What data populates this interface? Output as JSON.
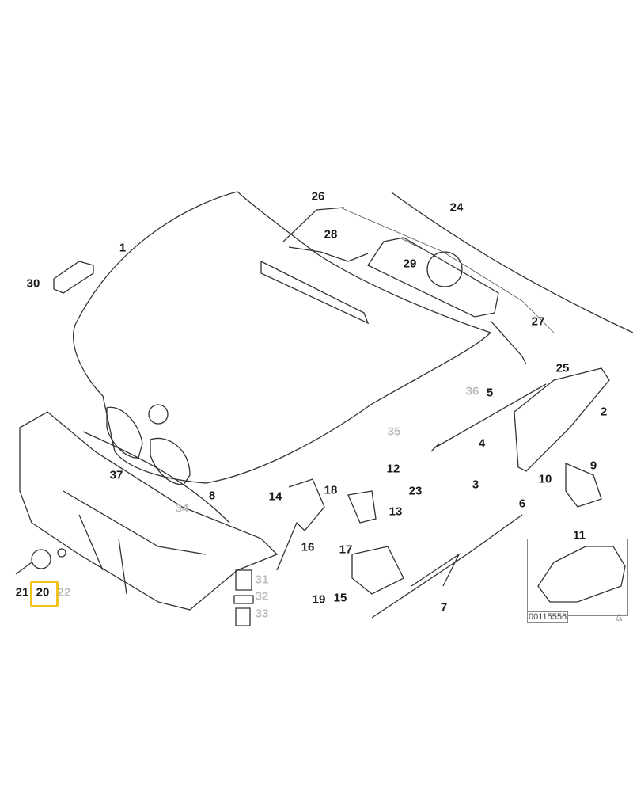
{
  "diagram": {
    "id_label": "00115556",
    "warning_icon": "triangle-icon",
    "highlight_color": "#f2c21b",
    "highlighted_part": "20",
    "callouts": {
      "p1": "1",
      "p2": "2",
      "p3": "3",
      "p4": "4",
      "p5": "5",
      "p6": "6",
      "p7": "7",
      "p8": "8",
      "p9": "9",
      "p10": "10",
      "p11": "11",
      "p12": "12",
      "p13": "13",
      "p14": "14",
      "p15": "15",
      "p16": "16",
      "p17": "17",
      "p18": "18",
      "p19": "19",
      "p20": "20",
      "p21": "21",
      "p22": "22",
      "p23": "23",
      "p24": "24",
      "p25": "25",
      "p26": "26",
      "p27": "27",
      "p28": "28",
      "p29": "29",
      "p30": "30",
      "p31": "31",
      "p32": "32",
      "p33": "33",
      "p34": "34",
      "p35": "35",
      "p36": "36",
      "p37": "37"
    }
  }
}
